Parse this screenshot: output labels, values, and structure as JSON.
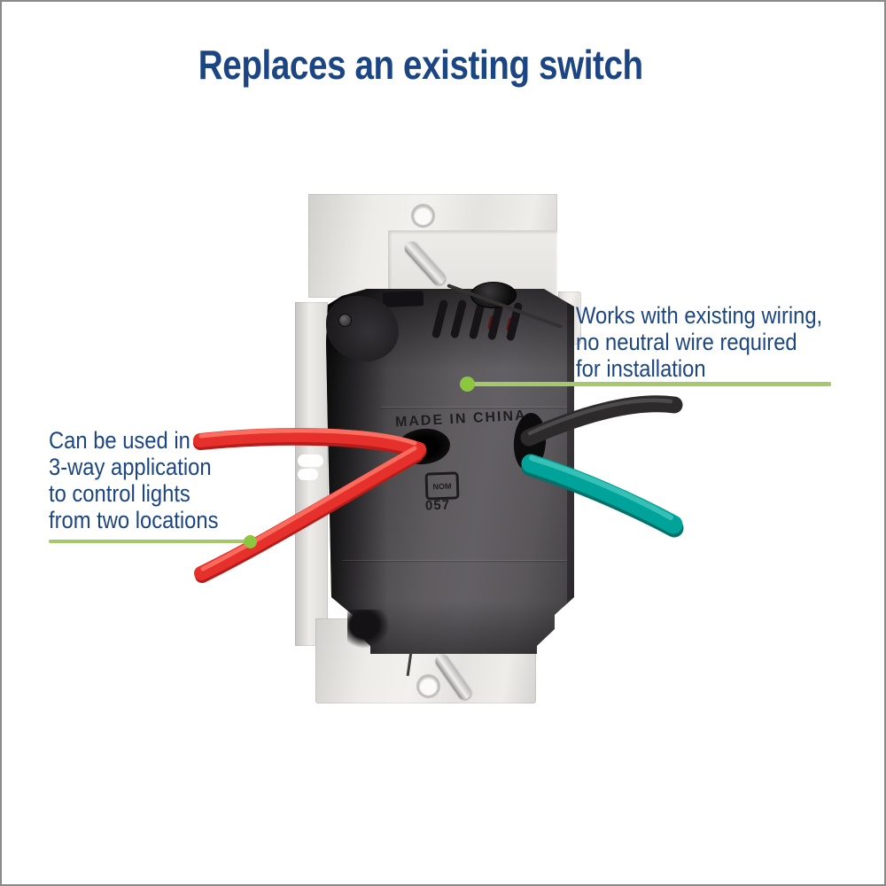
{
  "title": "Replaces an existing switch",
  "annotations": {
    "right": {
      "lines": [
        "Works with existing wiring,",
        "no neutral wire required",
        "for installation"
      ]
    },
    "left": {
      "lines": [
        "Can be used in",
        "3-way application",
        "to control lights",
        "from two locations"
      ]
    }
  },
  "device": {
    "made_in": "MADE IN CHINA",
    "cert_logo": "NOM",
    "cert_number": "057"
  },
  "colors": {
    "navy": "#1b4583",
    "callout_green": "#a5c96a",
    "dot_green": "#8dc63f",
    "wire_red": "#e5302b",
    "wire_red_shadow": "#b51c1a",
    "wire_black": "#2c2a2b",
    "wire_teal": "#00a39a",
    "wire_teal_shadow": "#00726a",
    "metal_light": "#efede9",
    "metal_dark": "#d8d6d2",
    "body_gray": "#5d5a5d"
  }
}
